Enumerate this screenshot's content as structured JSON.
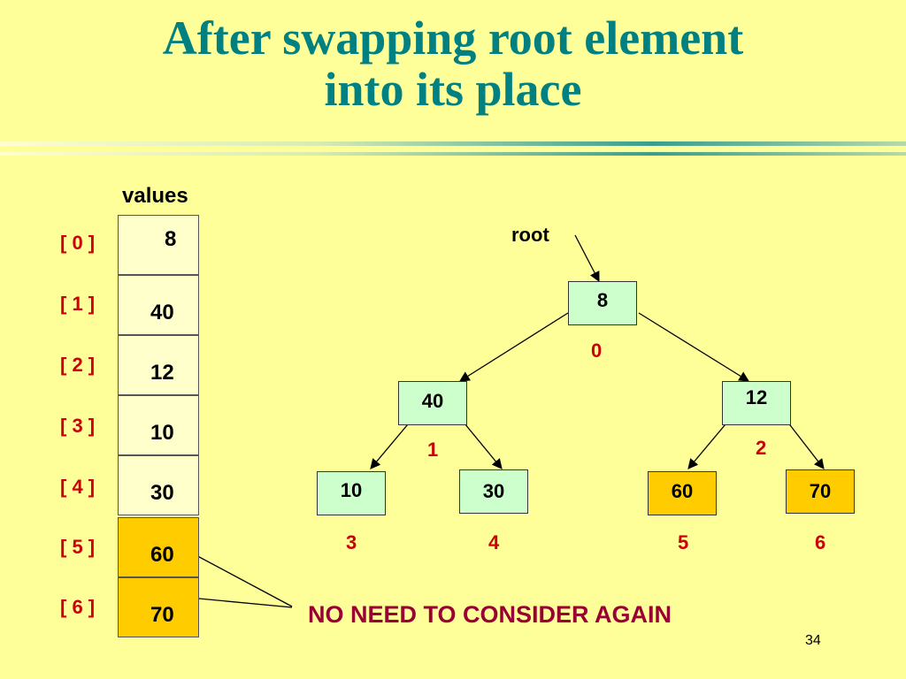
{
  "title": {
    "line1": "After swapping root element",
    "line2": "into its place"
  },
  "array": {
    "label": "values",
    "cells": [
      {
        "index": "[ 0 ]",
        "value": "8"
      },
      {
        "index": "[ 1 ]",
        "value": "40"
      },
      {
        "index": "[ 2 ]",
        "value": "12"
      },
      {
        "index": "[ 3 ]",
        "value": "10"
      },
      {
        "index": "[ 4 ]",
        "value": "30"
      },
      {
        "index": "[ 5 ]",
        "value": "60"
      },
      {
        "index": "[ 6 ]",
        "value": "70"
      }
    ]
  },
  "tree": {
    "root_label": "root",
    "nodes": [
      {
        "value": "8",
        "index": "0"
      },
      {
        "value": "40",
        "index": "1"
      },
      {
        "value": "12",
        "index": "2"
      },
      {
        "value": "10",
        "index": "3"
      },
      {
        "value": "30",
        "index": "4"
      },
      {
        "value": "60",
        "index": "5"
      },
      {
        "value": "70",
        "index": "6"
      }
    ]
  },
  "note": "NO NEED TO CONSIDER AGAIN",
  "page_number": "34",
  "colors": {
    "background": "#ffff99",
    "title": "#008080",
    "index_label": "#cc0000",
    "note": "#990033",
    "cell_fill": "#ffffcc",
    "fixed_fill": "#ffcc00",
    "node_fill": "#ccffcc"
  }
}
